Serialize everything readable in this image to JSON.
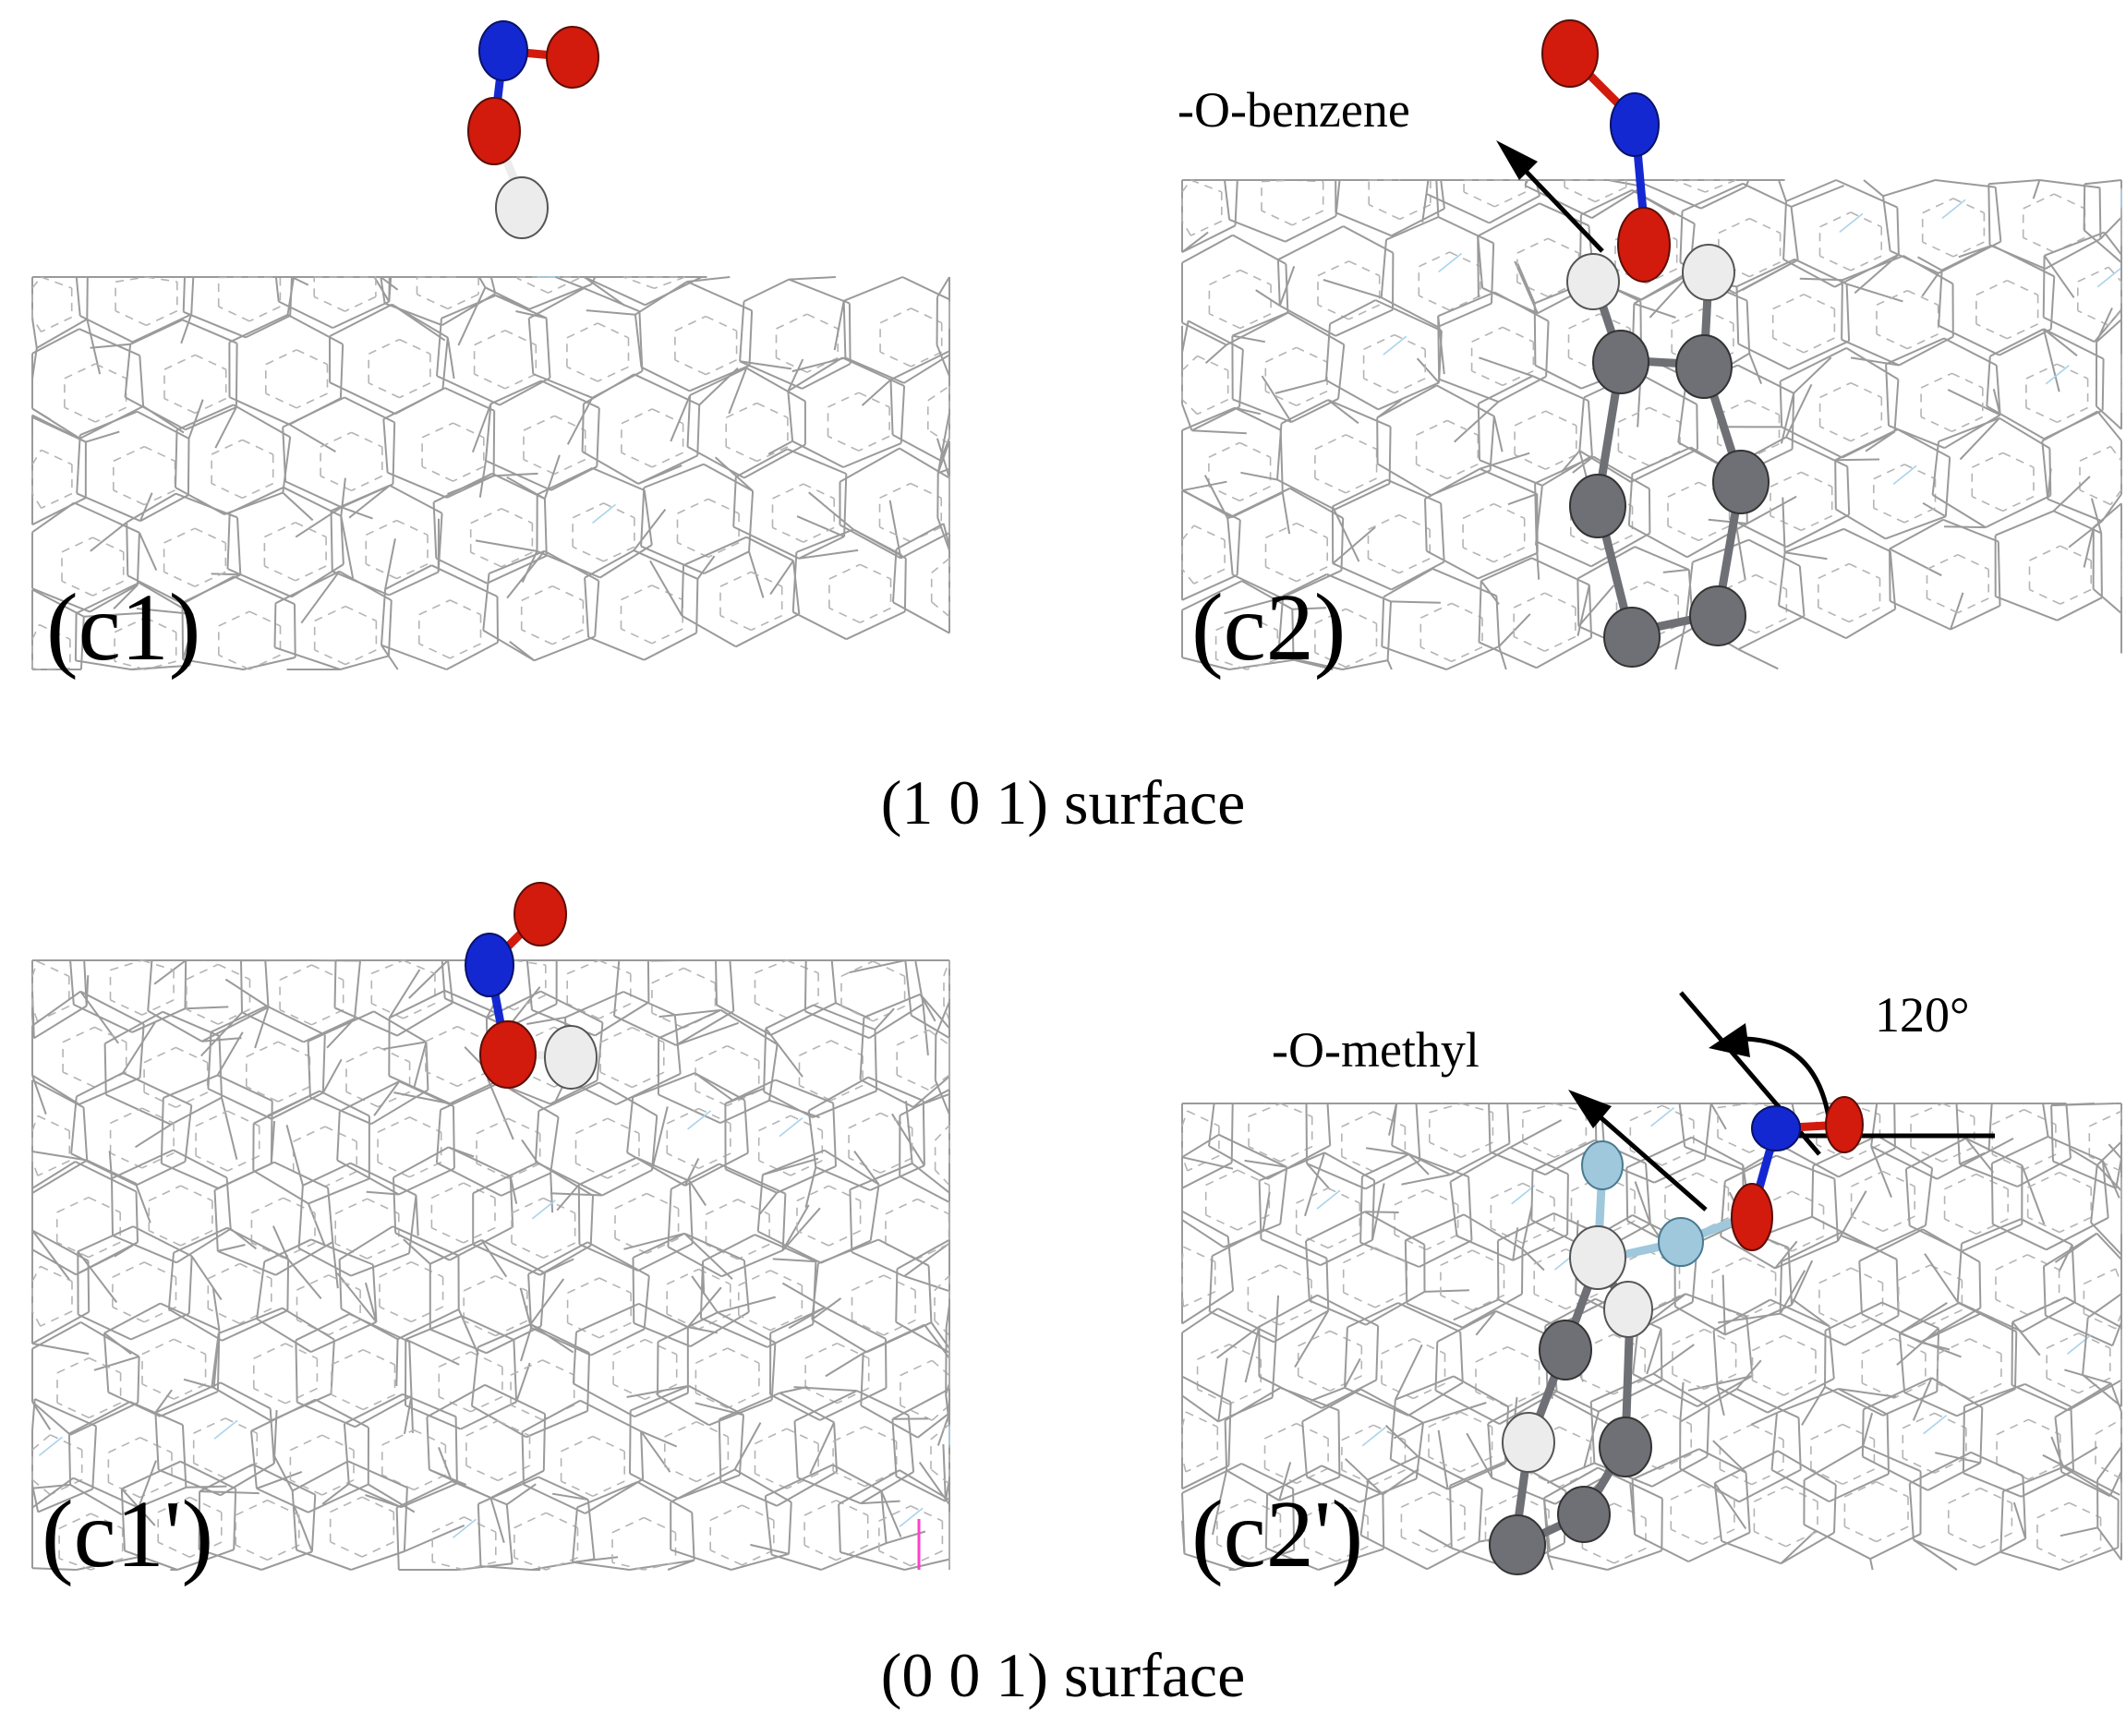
{
  "panels": {
    "c1": {
      "label": "(c1)"
    },
    "c2": {
      "label": "(c2)",
      "annotation": "-O-benzene"
    },
    "c1p": {
      "label": "(c1')"
    },
    "c2p": {
      "label": "(c2')",
      "annotation": "-O-methyl",
      "angle": "120°"
    }
  },
  "captions": {
    "top": "(1 0 1) surface",
    "bottom": "(0 0 1) surface"
  },
  "colors": {
    "oxygen": "#d21a0d",
    "nitrogen": "#1428d2",
    "hydrogen": "#ececec",
    "carbon": "#6f7075",
    "fluorine": "#9fc8dc",
    "lattice": "#9a9a9a"
  }
}
